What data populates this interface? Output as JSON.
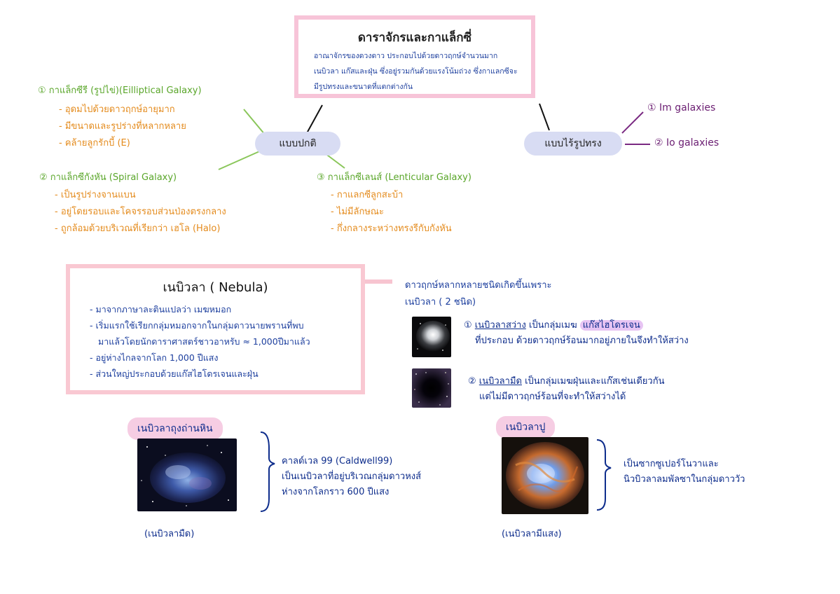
{
  "title": {
    "heading": "ดาราจักรและกาแล็กซี่",
    "description": "อาณาจักรของดวงดาว ประกอบไปด้วยดาวฤกษ์จำนวนมาก เนบิวลา แก๊สและฝุ่น ซึ่งอยู่รวมกันด้วยแรงโน้มถ่วง ซึ่งกาแลกซีจะมีรูปทรงและขนาดที่แตกต่างกัน"
  },
  "regular": {
    "label": "แบบปกติ",
    "elliptical": {
      "title": "① กาแล็กซีรี (รูปไข่)(Eilliptical Galaxy)",
      "points": [
        "- อุดมไปด้วยดาวฤกษ์อายุมาก",
        "- มีขนาดและรูปร่างที่หลากหลาย",
        "- คล้ายลูกรักบี้ (E)"
      ]
    },
    "spiral": {
      "title": "② กาแล็กซีกังหัน (Spiral Galaxy)",
      "points": [
        "- เป็นรูปร่างจานแบน",
        "- อยู่โดยรอบและโคจรรอบส่วนป่องตรงกลาง",
        "- ถูกล้อมด้วยบริเวณที่เรียกว่า เฮโล (Halo)"
      ]
    },
    "lenticular": {
      "title": "③ กาแล็กซีเลนส์ (Lenticular Galaxy)",
      "points": [
        "- กาแลกซีลูกสะบ้า",
        "- ไม่มีลักษณะ",
        "- กึ่งกลางระหว่างทรงรีกับกังหัน"
      ]
    }
  },
  "irregular": {
    "label": "แบบไร้รูปทรง",
    "items": [
      "①  Im galaxies",
      "②  Io galaxies"
    ]
  },
  "nebula": {
    "title": "เนบิวลา ( Nebula)",
    "points": [
      "- มาจากภาษาละตินแปลว่า เมฆหมอก",
      "- เริ่มแรกใช้เรียกกลุ่มหมอกจากในกลุ่มดาวนายพรานที่พบ",
      "  มาแล้วโดยนักดาราศาสตร์ชาวอาหรับ ≈ 1,000ปีมาแล้ว",
      "- อยู่ห่างไกลจากโลก 1,000 ปีแสง",
      "- ส่วนใหญ่ประกอบด้วยแก๊สไฮโดรเจนและฝุ่น"
    ],
    "types_intro": [
      "ดาวฤกษ์หลากหลายชนิดเกิดขึ้นเพราะ",
      "เนบิวลา ( 2 ชนิด)"
    ],
    "bright": {
      "num": "①",
      "name": "เนบิวลาสว่าง",
      "text1": " เป็นกลุ่มเมฆ ",
      "gas": "แก๊สไฮโดรเจน",
      "text2": "ที่ประกอบ ด้วยดาวฤกษ์ร้อนมากอยู่ภายในจึงทำให้สว่าง"
    },
    "dark": {
      "num": "②",
      "name": "เนบิวลามืด",
      "text1": " เป็นกลุ่มเมฆฝุ่นและแก๊สเช่นเดียวกัน",
      "text2": "แต่ไม่มีดาวฤกษ์ร้อนที่จะทำให้สว่างได้"
    }
  },
  "horsehead": {
    "label": "เนบิวลาถุงถ่านหิน",
    "desc": [
      "คาลด์เวล 99 (Caldwell99)",
      "เป็นเนบิวลาที่อยู่บริเวณกลุ่มดาวหงส์",
      "ห่างจากโลกราว 600 ปีแสง"
    ],
    "caption": "(เนบิวลามืด)"
  },
  "crab": {
    "label": "เนบิวลาปู",
    "desc": [
      "เป็นซากซูเปอร์โนวาและ",
      "นิวบิวลาลมพัลซาในกลุ่มดาววัว"
    ],
    "caption": "(เนบิวลามีแสง)"
  }
}
